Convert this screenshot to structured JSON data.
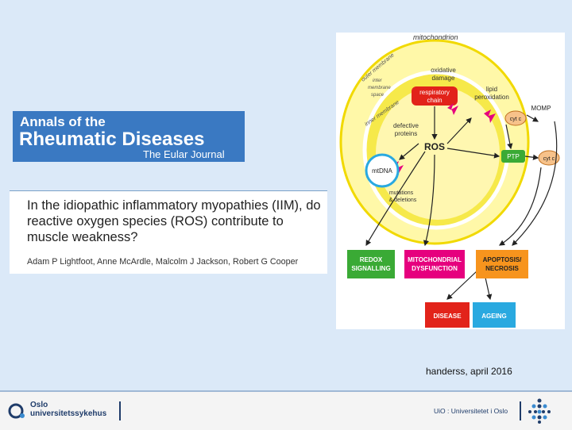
{
  "journal": {
    "line1": "Annals of the",
    "line2": "Rheumatic Diseases",
    "line3": "The Eular Journal"
  },
  "paper": {
    "title": "In the idiopathic inflammatory myopathies (IIM), do reactive oxygen species (ROS) contribute to muscle weakness?",
    "authors": "Adam P Lightfoot, Anne McArdle, Malcolm J Jackson, Robert G Cooper"
  },
  "figure": {
    "mitochondrion": "mitochondrion",
    "outer_membrane": "outer membrane",
    "inter_membrane_l1": "inter",
    "inter_membrane_l2": "membrane",
    "inter_membrane_l3": "space",
    "inner_membrane": "inner membrane",
    "oxidative_damage_l1": "oxidative",
    "oxidative_damage_l2": "damage",
    "respiratory_chain_l1": "respiratory",
    "respiratory_chain_l2": "chain",
    "lipid_peroxidation_l1": "lipid",
    "lipid_peroxidation_l2": "peroxidation",
    "defective_proteins_l1": "defective",
    "defective_proteins_l2": "proteins",
    "ros": "ROS",
    "mtdna": "mtDNA",
    "mutations_l1": "mutations",
    "mutations_l2": "& deletions",
    "cytc_inner": "cyt c",
    "cytc_outer": "cyt c",
    "momp": "MOMP",
    "ptp": "PTP",
    "redox_l1": "REDOX",
    "redox_l2": "SIGNALLING",
    "mito_dys_l1": "MITOCHONDRIAL",
    "mito_dys_l2": "DYSFUNCTION",
    "apoptosis_l1": "APOPTOSIS/",
    "apoptosis_l2": "NECROSIS",
    "disease": "DISEASE",
    "ageing": "AGEING",
    "colors": {
      "redox": "#3aaa35",
      "mito": "#e6007e",
      "apoptosis": "#f7941d",
      "disease": "#e2231a",
      "ageing": "#29a9e0",
      "outer": "#fff8a8",
      "inner": "#f6e94a"
    }
  },
  "caption": "handerss, april 2016",
  "footer": {
    "ous_l1": "Oslo",
    "ous_l2": "universitetssykehus",
    "uio": "UiO : Universitetet i Oslo"
  }
}
